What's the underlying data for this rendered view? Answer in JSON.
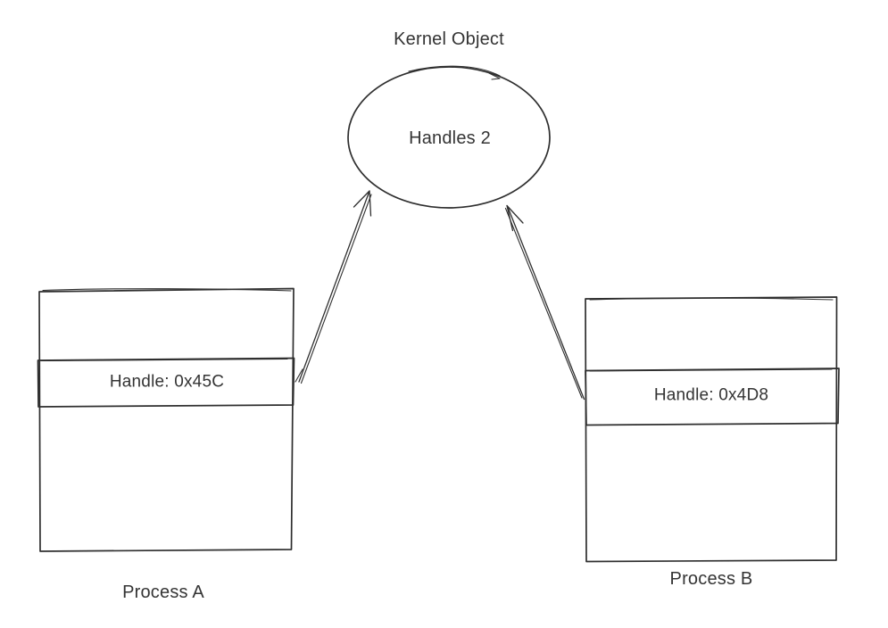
{
  "diagram": {
    "title": "Kernel Object",
    "kernel_object": {
      "label": "Handles 2"
    },
    "process_a": {
      "label": "Process A",
      "handle": "Handle: 0x45C"
    },
    "process_b": {
      "label": "Process B",
      "handle": "Handle: 0x4D8"
    }
  },
  "colors": {
    "kernel_fill": "#a7ecb0",
    "handle_a_fill": "#fcea92",
    "handle_b_fill": "#a0e9f0",
    "stroke": "#2f2f2f",
    "text": "#343434",
    "background": "#ffffff"
  }
}
